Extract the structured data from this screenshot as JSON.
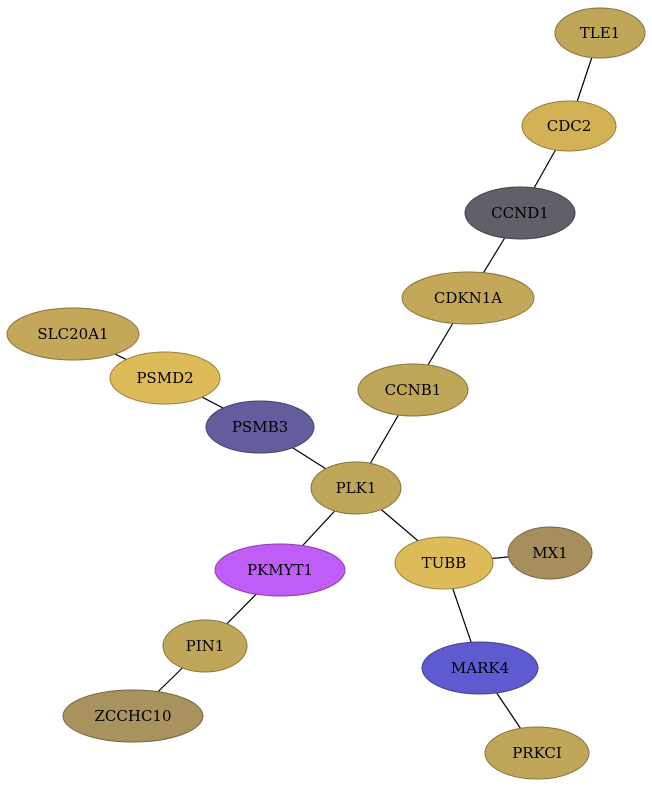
{
  "graph": {
    "nodes": [
      {
        "id": "TLE1",
        "label": "TLE1",
        "color": "#bfa659"
      },
      {
        "id": "CDC2",
        "label": "CDC2",
        "color": "#d3b255"
      },
      {
        "id": "CCND1",
        "label": "CCND1",
        "color": "#5f6068"
      },
      {
        "id": "CDKN1A",
        "label": "CDKN1A",
        "color": "#c4a758"
      },
      {
        "id": "SLC20A1",
        "label": "SLC20A1",
        "color": "#c4a758"
      },
      {
        "id": "PSMD2",
        "label": "PSMD2",
        "color": "#ddbb58"
      },
      {
        "id": "CCNB1",
        "label": "CCNB1",
        "color": "#bfa659"
      },
      {
        "id": "PSMB3",
        "label": "PSMB3",
        "color": "#625e9e"
      },
      {
        "id": "PLK1",
        "label": "PLK1",
        "color": "#bfa659"
      },
      {
        "id": "TUBB",
        "label": "TUBB",
        "color": "#ddbb58"
      },
      {
        "id": "MX1",
        "label": "MX1",
        "color": "#a68f5c"
      },
      {
        "id": "PKMYT1",
        "label": "PKMYT1",
        "color": "#c15df7"
      },
      {
        "id": "PIN1",
        "label": "PIN1",
        "color": "#bfa659"
      },
      {
        "id": "MARK4",
        "label": "MARK4",
        "color": "#5e5bd0"
      },
      {
        "id": "ZCCHC10",
        "label": "ZCCHC10",
        "color": "#a8925d"
      },
      {
        "id": "PRKCI",
        "label": "PRKCI",
        "color": "#bfa659"
      }
    ],
    "edges": [
      [
        "TLE1",
        "CDC2"
      ],
      [
        "CDC2",
        "CCND1"
      ],
      [
        "CCND1",
        "CDKN1A"
      ],
      [
        "CDKN1A",
        "CCNB1"
      ],
      [
        "CCNB1",
        "PLK1"
      ],
      [
        "SLC20A1",
        "PSMD2"
      ],
      [
        "PSMD2",
        "PSMB3"
      ],
      [
        "PSMB3",
        "PLK1"
      ],
      [
        "PLK1",
        "TUBB"
      ],
      [
        "PLK1",
        "PKMYT1"
      ],
      [
        "TUBB",
        "MX1"
      ],
      [
        "TUBB",
        "MARK4"
      ],
      [
        "MARK4",
        "PRKCI"
      ],
      [
        "PKMYT1",
        "PIN1"
      ],
      [
        "PIN1",
        "ZCCHC10"
      ]
    ]
  }
}
